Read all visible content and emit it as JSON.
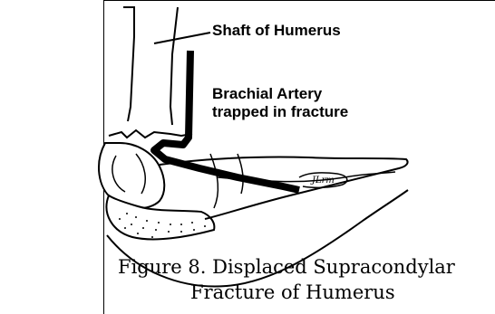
{
  "labels": {
    "shaft": "Shaft of Humerus",
    "artery_line1": "Brachial Artery",
    "artery_line2": "trapped in fracture"
  },
  "caption": {
    "line1": "Figure 8. Displaced Supracondylar",
    "line2": "Fracture of Humerus"
  },
  "signature": "JLrm"
}
